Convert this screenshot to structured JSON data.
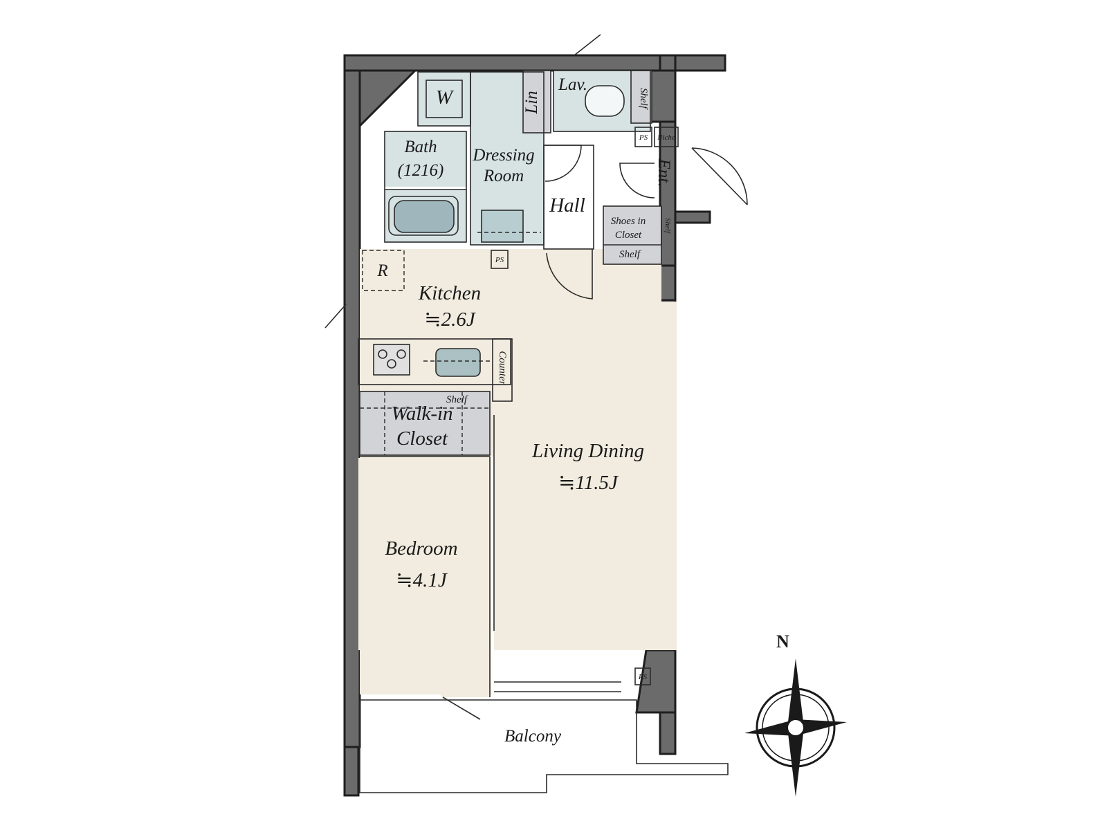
{
  "rooms": {
    "washer": "W",
    "linen": "Lin",
    "lavatory": "Lav.",
    "lav_shelf": "Shelf",
    "bath_name": "Bath",
    "bath_size": "(1216)",
    "dressing_line1": "Dressing",
    "dressing_line2": "Room",
    "hall": "Hall",
    "entrance": "Ent.",
    "ps_top": "PS",
    "niche": "Niche",
    "shoes_line1": "Shoes in",
    "shoes_line2": "Closet",
    "shoes_shelf_side": "Shelf",
    "shoes_shelf_bottom": "Shelf",
    "refrigerator": "R",
    "ps_kitchen": "PS",
    "kitchen_name": "Kitchen",
    "kitchen_size": "≒2.6J",
    "counter": "Counter",
    "wic_shelf": "Shelf",
    "wic_line1": "Walk-in",
    "wic_line2": "Closet",
    "living_name": "Living Dining",
    "living_size": "≒11.5J",
    "bedroom_name": "Bedroom",
    "bedroom_size": "≒4.1J",
    "ps_balcony": "PS",
    "balcony": "Balcony"
  },
  "compass": {
    "north_label": "N"
  },
  "colors": {
    "wall": "#6b6b6b",
    "floor_living": "#f1ecdf",
    "floor_wet": "#d7e3e3",
    "closet": "#d2d3d6"
  }
}
